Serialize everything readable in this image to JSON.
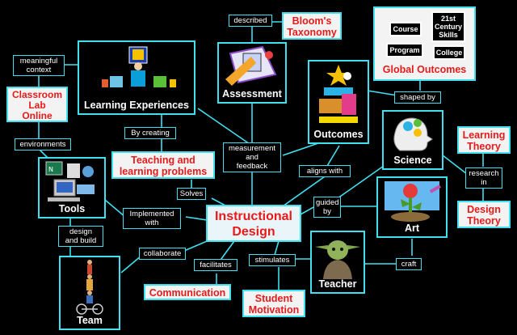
{
  "center": {
    "line1": "Instructional",
    "line2": "Design"
  },
  "nodes": {
    "learning_experiences": "Learning Experiences",
    "assessment": "Assessment",
    "outcomes": "Outcomes",
    "science": "Science",
    "art": "Art",
    "teacher": "Teacher",
    "team": "Team",
    "tools": "Tools"
  },
  "red_boxes": {
    "blooms": {
      "line1": "Bloom's",
      "line2": "Taxonomy"
    },
    "classroom": {
      "line1": "Classroom",
      "line2": "Lab",
      "line3": "Online"
    },
    "teaching_problems": {
      "line1": "Teaching and",
      "line2": "learning problems"
    },
    "learning_theory": {
      "line1": "Learning",
      "line2": "Theory"
    },
    "design_theory": {
      "line1": "Design",
      "line2": "Theory"
    },
    "communication": "Communication",
    "student_motivation": {
      "line1": "Student",
      "line2": "Motivation"
    }
  },
  "global_outcomes": {
    "title": "Global Outcomes",
    "course": "Course",
    "program": "Program",
    "skills": {
      "line1": "21st",
      "line2": "Century",
      "line3": "Skills"
    },
    "college": "College"
  },
  "links": {
    "described": "described",
    "meaningful_context": {
      "line1": "meaningful",
      "line2": "context"
    },
    "environments": "environments",
    "by_creating": "By creating",
    "measurement": {
      "line1": "measurement",
      "line2": "and",
      "line3": "feedback"
    },
    "shaped_by": "shaped by",
    "aligns_with": "aligns with",
    "research_in": {
      "line1": "research",
      "line2": "in"
    },
    "solves": "Solves",
    "guided_by": {
      "line1": "guided",
      "line2": "by"
    },
    "implemented_with": {
      "line1": "Implemented",
      "line2": "with"
    },
    "design_build": {
      "line1": "design",
      "line2": "and build"
    },
    "collaborate": "collaborate",
    "facilitates": "facilitates",
    "stimulates": "stimulates",
    "craft": "craft"
  },
  "colors": {
    "link_border": "#3fe0f0",
    "red_text": "#e81a1a",
    "background": "#000000",
    "box_fill": "#f3f3f3"
  }
}
